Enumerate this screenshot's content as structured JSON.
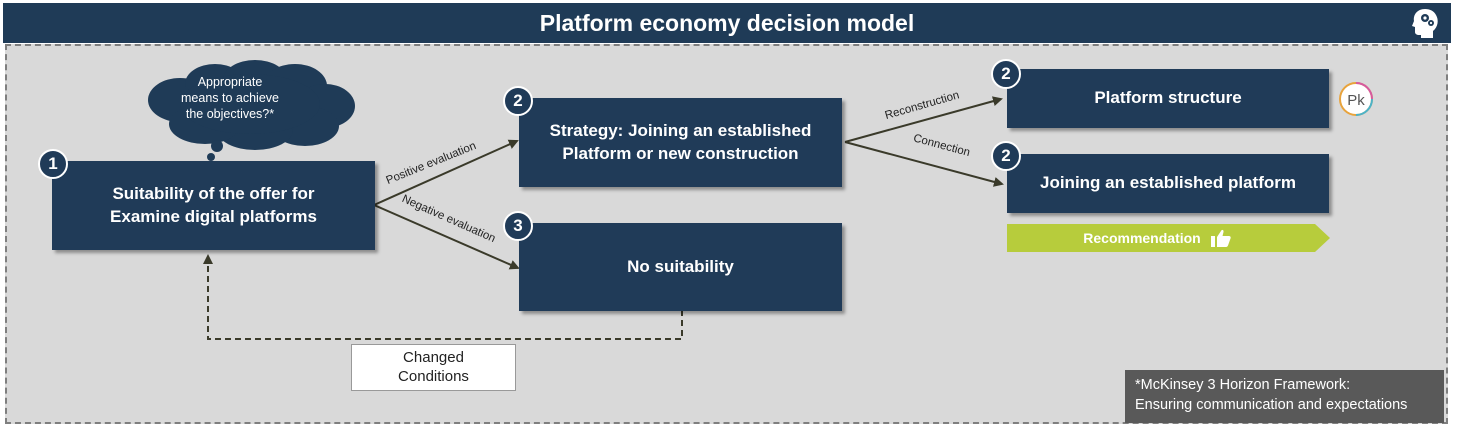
{
  "header": {
    "title": "Platform economy decision model",
    "icon": "head-gears-icon"
  },
  "cloud": {
    "text": "Appropriate means to achieve the objectives?*"
  },
  "boxes": {
    "suitability": {
      "number": "1",
      "line1": "Suitability of the offer for",
      "line2": "Examine digital platforms"
    },
    "strategy": {
      "number": "2",
      "line1": "Strategy: Joining an established",
      "line2": "Platform or new construction"
    },
    "no_suitability": {
      "number": "3",
      "label": "No suitability"
    },
    "platform_structure": {
      "number": "2",
      "label": "Platform structure"
    },
    "joining": {
      "number": "2",
      "label": "Joining an established platform"
    }
  },
  "edges": {
    "positive": "Positive evaluation",
    "negative": "Negative evaluation",
    "reconstruction": "Reconstruction",
    "connection": "Connection"
  },
  "changed": {
    "line1": "Changed",
    "line2": "Conditions"
  },
  "recommendation": {
    "label": "Recommendation",
    "icon": "thumbs-up-icon",
    "color": "#b7cc3c"
  },
  "logo": {
    "text": "Pk"
  },
  "footnote": {
    "line1": "*McKinsey 3 Horizon Framework:",
    "line2": "Ensuring communication and expectations"
  },
  "colors": {
    "header": "#1f3b57",
    "box": "#203b58",
    "panel": "#d9d9d9",
    "note": "#595959"
  }
}
